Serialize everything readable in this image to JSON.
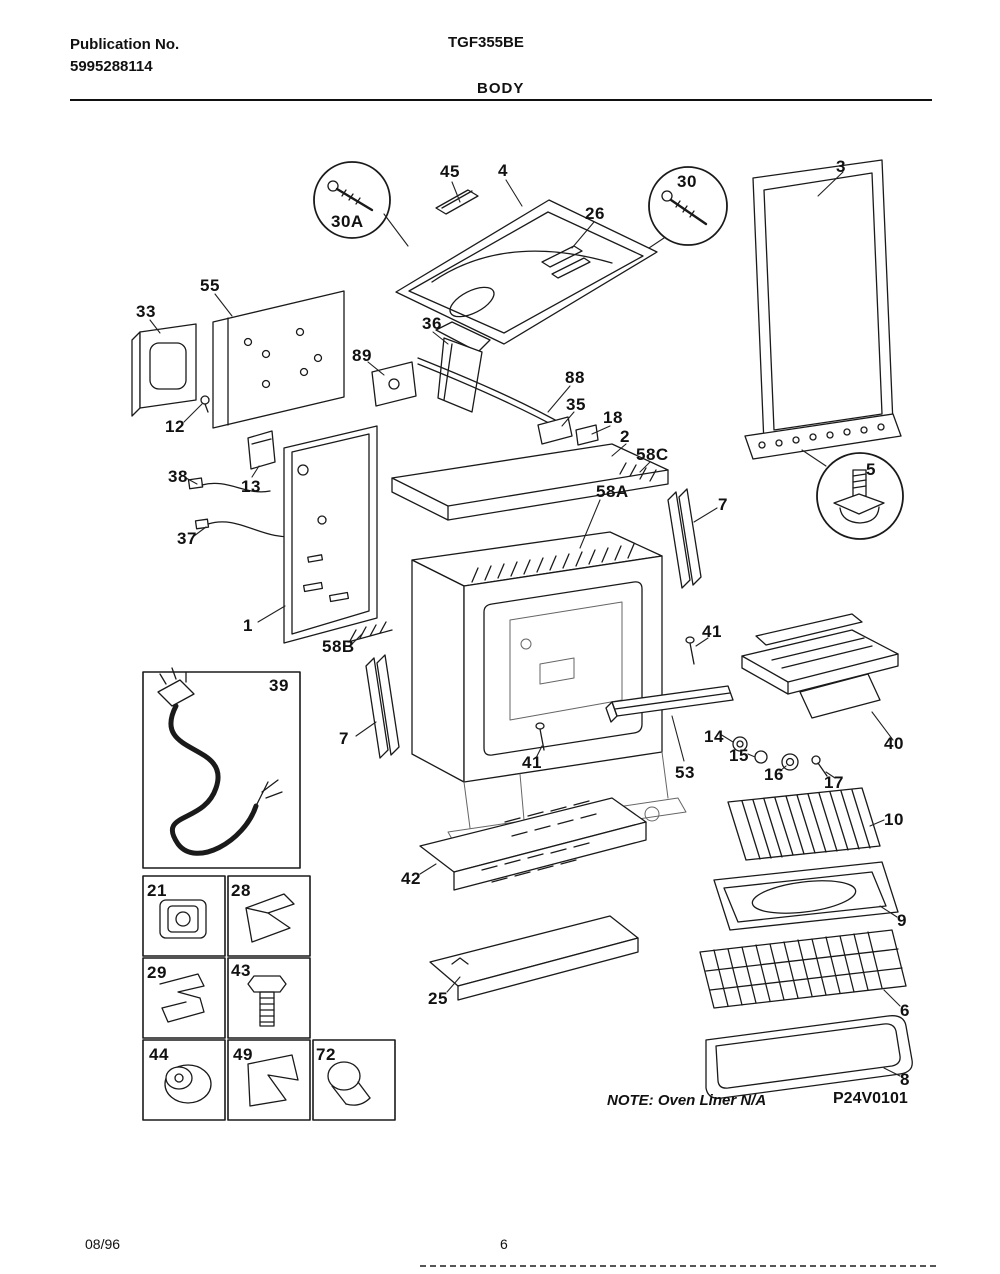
{
  "page": {
    "header": {
      "publication_label": "Publication No.",
      "publication_number": "5995288114",
      "model": "TGF355BE",
      "section_title": "BODY"
    },
    "footer": {
      "date_code": "08/96",
      "page_number": "6"
    },
    "diagram": {
      "note": "NOTE: Oven Liner N/A",
      "drawing_number": "P24V0101",
      "callouts": {
        "c45": "45",
        "c4": "4",
        "c30": "30",
        "c3": "3",
        "c30a": "30A",
        "c26": "26",
        "c55": "55",
        "c33": "33",
        "c36": "36",
        "c89": "89",
        "c88": "88",
        "c35": "35",
        "c18": "18",
        "c2": "2",
        "c58c": "58C",
        "c12": "12",
        "c38": "38",
        "c13": "13",
        "c58a": "58A",
        "c7_right": "7",
        "c5": "5",
        "c37": "37",
        "c1": "1",
        "c58b": "58B",
        "c41_right": "41",
        "c39": "39",
        "c7_left": "7",
        "c41_bottom": "41",
        "c14": "14",
        "c15": "15",
        "c53": "53",
        "c16": "16",
        "c17": "17",
        "c40": "40",
        "c42": "42",
        "c10": "10",
        "c21": "21",
        "c28": "28",
        "c9": "9",
        "c29": "29",
        "c43": "43",
        "c25": "25",
        "c6": "6",
        "c44": "44",
        "c49": "49",
        "c72": "72",
        "c8": "8"
      }
    }
  }
}
